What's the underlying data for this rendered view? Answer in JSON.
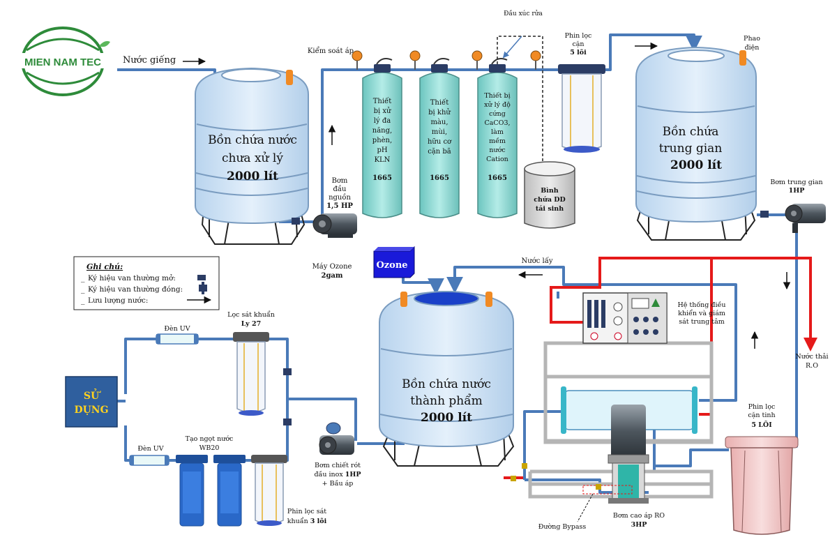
{
  "logo": {
    "text": "MIEN NAM TEC"
  },
  "labels": {
    "nuoc_gieng": "Nước giếng",
    "kiem_soat_ap": "Kiểm soát áp",
    "dau_xuc_rua": "Đầu xúc rửa",
    "phin_loc_can_1": "Phin lọc",
    "phin_loc_can_2": "cặn",
    "phin_loc_can_3": "5 lõi",
    "phao_dien_1": "Phao",
    "phao_dien_2": "điện",
    "tank1_line1": "Bồn chứa nước",
    "tank1_line2": "chưa xử lý",
    "tank1_line3": "2000 lít",
    "bom_dau_nguon_1": "Bơm",
    "bom_dau_nguon_2": "đầu",
    "bom_dau_nguon_3": "nguồn",
    "bom_dau_nguon_4": "1,5 HP",
    "col1_1": "Thiết",
    "col1_2": "bị xử",
    "col1_3": "lý đa",
    "col1_4": "năng,",
    "col1_5": "phèn,",
    "col1_6": "pH",
    "col1_7": "KLN",
    "col1_num": "1665",
    "col2_1": "Thiết",
    "col2_2": "bị khử",
    "col2_3": "màu,",
    "col2_4": "mùi,",
    "col2_5": "hữu cơ",
    "col2_6": "cặn bã",
    "col2_num": "1665",
    "col3_1": "Thiết bị",
    "col3_2": "xử lý độ",
    "col3_3": "cứng",
    "col3_4": "CaCO3,",
    "col3_5": "làm",
    "col3_6": "mềm",
    "col3_7": "nước",
    "col3_8": "Cation",
    "col3_num": "1665",
    "binh_1": "Bình",
    "binh_2": "chứa DD",
    "binh_3": "tái sinh",
    "tank2_line1": "Bồn chứa",
    "tank2_line2": "trung gian",
    "tank2_line3": "2000 lít",
    "bom_trung_gian_1": "Bơm trung gian",
    "bom_trung_gian_2": "1HP",
    "legend_title": "Ghi chú:",
    "legend_1": "Ký hiệu van thường mở:",
    "legend_2": "Ký hiệu van thường đóng:",
    "legend_3": "Lưu lượng nước:",
    "may_ozone_1": "Máy Ozone",
    "may_ozone_2": "2gam",
    "ozone": "Ozone",
    "nuoc_lay": "Nước lấy",
    "he_thong_1": "Hệ thống điều",
    "he_thong_2": "khiển và giám",
    "he_thong_3": "sát trung tâm",
    "nuoc_thai_1": "Nước thải",
    "nuoc_thai_2": "R.O",
    "den_uv_top": "Đèn UV",
    "loc_sat_khuan_1": "Lọc sát khuẩn",
    "loc_sat_khuan_2": "Ly 27",
    "su_dung_1": "SỬ",
    "su_dung_2": "DỤNG",
    "den_uv_bottom": "Đèn UV",
    "tao_ngot_1": "Tạo ngọt nước",
    "tao_ngot_2": "WB20",
    "phin_sat_khuan_1": "Phin lọc sát",
    "phin_sat_khuan_2": "khuẩn",
    "phin_sat_khuan_3": "3 lõi",
    "tank3_line1": "Bồn chứa nước",
    "tank3_line2": "thành phẩm",
    "tank3_line3": "2000 lít",
    "bom_chiet_1": "Bơm chiết rót",
    "bom_chiet_2": "đầu inox",
    "bom_chiet_3": "1HP",
    "bom_chiet_4": "+ Bầu áp",
    "phin_can_tinh_1": "Phin lọc",
    "phin_can_tinh_2": "cặn tinh",
    "phin_can_tinh_3": "5 LÕI",
    "duong_bypass": "Đường Bypass",
    "bom_cao_ap_1": "Bơm cao áp RO",
    "bom_cao_ap_2": "3HP"
  },
  "colors": {
    "pipe": "#4a7ab8",
    "tank_fill": "#cfe3f5",
    "tank_stroke": "#7a9cc0",
    "column_fill": "#8fd5d0",
    "brine": "#e51a1a",
    "box_blue": "#2f5f9e",
    "ozone_blue": "#1a1ad9",
    "logo_green": "#2e8b3a",
    "gauge_orange": "#f08a24"
  }
}
